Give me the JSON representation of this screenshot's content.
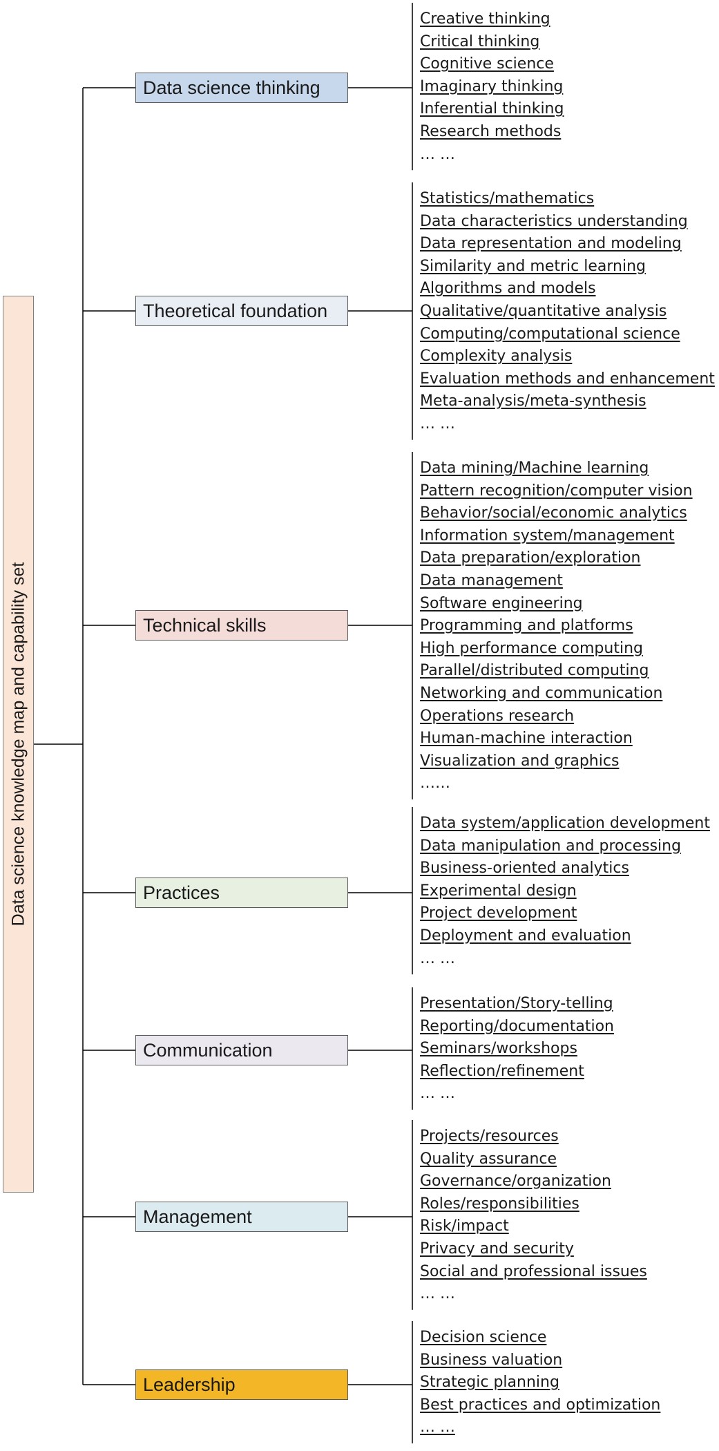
{
  "root": {
    "label": "Data science knowledge map and capability set",
    "color": "#fbe5d6"
  },
  "categories": [
    {
      "label": "Data science thinking",
      "color": "#c7d7ec",
      "items": [
        "Creative thinking",
        "Critical thinking",
        "Cognitive science",
        "Imaginary thinking",
        "Inferential thinking",
        "Research methods",
        "… …"
      ]
    },
    {
      "label": "Theoretical foundation",
      "color": "#e9edf4",
      "items": [
        "Statistics/mathematics",
        "Data characteristics understanding",
        "Data representation and modeling",
        "Similarity and metric learning",
        "Algorithms and models",
        "Qualitative/quantitative analysis",
        "Computing/computational science",
        "Complexity analysis",
        "Evaluation methods and enhancement",
        "Meta-analysis/meta-synthesis",
        "… …"
      ]
    },
    {
      "label": "Technical skills",
      "color": "#f4dcd9",
      "items": [
        "Data mining/Machine learning",
        "Pattern recognition/computer vision",
        "Behavior/social/economic analytics",
        "Information system/management",
        "Data preparation/exploration",
        "Data management",
        "Software engineering",
        "Programming and platforms",
        "High performance computing",
        "Parallel/distributed computing",
        "Networking and communication",
        "Operations research",
        "Human-machine interaction",
        "Visualization and graphics",
        "……"
      ]
    },
    {
      "label": "Practices",
      "color": "#e8f1e1",
      "items": [
        "Data system/application development",
        "Data manipulation and processing",
        "Business-oriented analytics",
        "Experimental design",
        "Project development",
        "Deployment and evaluation",
        "… …"
      ]
    },
    {
      "label": "Communication",
      "color": "#ebe8f0",
      "items": [
        "Presentation/Story-telling",
        "Reporting/documentation",
        "Seminars/workshops",
        "Reflection/refinement",
        "… …"
      ]
    },
    {
      "label": "Management",
      "color": "#dcebf0",
      "items": [
        "Projects/resources",
        "Quality assurance",
        "Governance/organization",
        "Roles/responsibilities",
        "Risk/impact",
        "Privacy and security",
        "Social and professional issues",
        "… …"
      ]
    },
    {
      "label": "Leadership",
      "color": "#f3b626",
      "items": [
        "Decision science",
        "Business valuation",
        "Strategic planning",
        "Best practices and optimization",
        "… …"
      ]
    }
  ]
}
